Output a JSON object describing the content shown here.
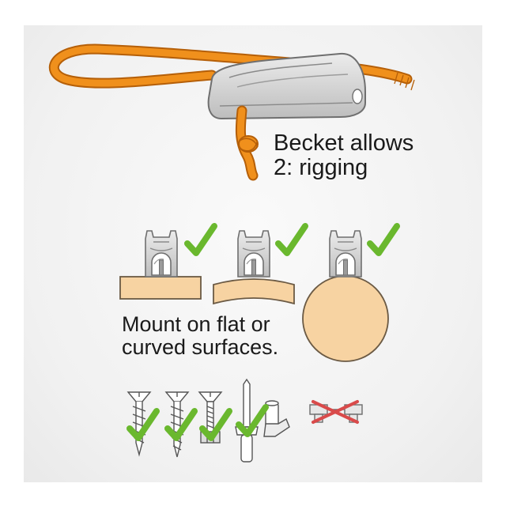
{
  "becket_note": {
    "line1": "Becket allows",
    "line2": "2: rigging"
  },
  "mount_note": {
    "line1": "Mount on flat or",
    "line2": "curved surfaces."
  },
  "colors": {
    "rope": "#f0901c",
    "rope_outline": "#b55f08",
    "cleat_body": "#d9d9d9",
    "cleat_outline": "#7a7a7a",
    "check": "#6ab82e",
    "cross": "#d94a4a",
    "surface": "#f7d3a2",
    "surface_outline": "#6b5a44"
  },
  "icons": [
    "rope",
    "cleat",
    "check-icon",
    "cross-icon",
    "screw-icon",
    "bolt-icon",
    "rivet-icon"
  ]
}
